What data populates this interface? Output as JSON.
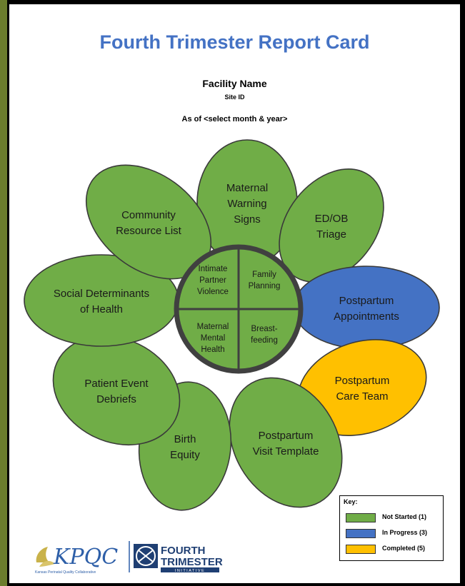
{
  "report": {
    "title": "Fourth Trimester Report Card",
    "facility": "Facility Name",
    "site": "Site ID",
    "as_of": "As of <select month & year>"
  },
  "petals": [
    {
      "id": "maternal-warning-signs",
      "lines": [
        "Maternal",
        "Warning",
        "Signs"
      ],
      "status": "not_started"
    },
    {
      "id": "ed-ob-triage",
      "lines": [
        "ED/OB",
        "Triage"
      ],
      "status": "not_started"
    },
    {
      "id": "postpartum-appointments",
      "lines": [
        "Postpartum",
        "Appointments"
      ],
      "status": "in_progress"
    },
    {
      "id": "postpartum-care-team",
      "lines": [
        "Postpartum",
        "Care Team"
      ],
      "status": "completed"
    },
    {
      "id": "postpartum-visit-template",
      "lines": [
        "Postpartum",
        "Visit Template"
      ],
      "status": "not_started"
    },
    {
      "id": "birth-equity",
      "lines": [
        "Birth",
        "Equity"
      ],
      "status": "not_started"
    },
    {
      "id": "patient-event-debriefs",
      "lines": [
        "Patient Event",
        "Debriefs"
      ],
      "status": "not_started"
    },
    {
      "id": "social-determinants",
      "lines": [
        "Social Determinants",
        "of Health"
      ],
      "status": "not_started"
    },
    {
      "id": "community-resource-list",
      "lines": [
        "Community",
        "Resource List"
      ],
      "status": "not_started"
    }
  ],
  "center": [
    {
      "id": "intimate-partner-violence",
      "lines": [
        "Intimate",
        "Partner",
        "Violence"
      ],
      "status": "not_started"
    },
    {
      "id": "family-planning",
      "lines": [
        "Family",
        "Planning"
      ],
      "status": "not_started"
    },
    {
      "id": "maternal-mental-health",
      "lines": [
        "Maternal",
        "Mental",
        "Health"
      ],
      "status": "not_started"
    },
    {
      "id": "breastfeeding",
      "lines": [
        "Breast-",
        "feeding"
      ],
      "status": "not_started"
    }
  ],
  "key": {
    "title": "Key:",
    "items": [
      {
        "status": "not_started",
        "label": "Not Started (1)",
        "color": "#70ad47"
      },
      {
        "status": "in_progress",
        "label": "In Progress (3)",
        "color": "#4472c4"
      },
      {
        "status": "completed",
        "label": "Completed (5)",
        "color": "#ffc000"
      }
    ]
  },
  "logos": {
    "kpqc": "KPQC",
    "kpqc_sub": "Kansas Perinatal Quality Collaborative",
    "ft_line1": "FOURTH",
    "ft_line2": "TRIMESTER",
    "ft_line3": "INITIATIVE"
  },
  "colors": {
    "title": "#4472c4",
    "not_started": "#70ad47",
    "in_progress": "#4472c4",
    "completed": "#ffc000",
    "outline": "#3a3a3a",
    "frame_side": "#6b7d2d"
  }
}
